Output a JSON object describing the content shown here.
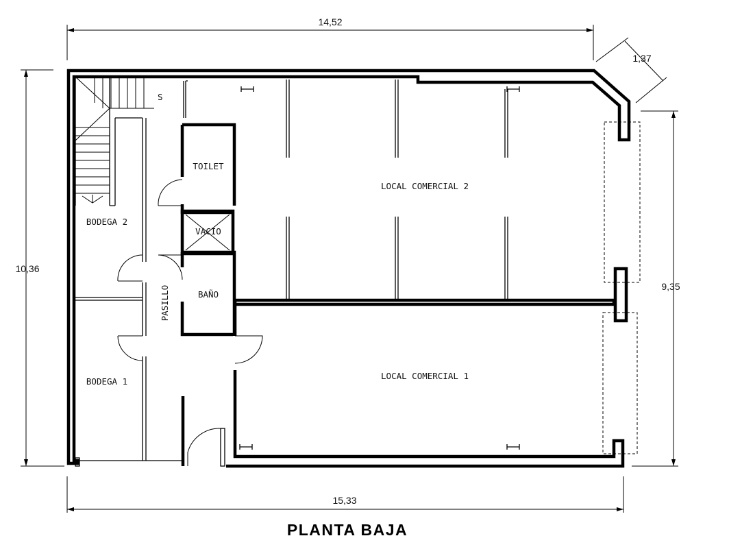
{
  "title": "PLANTA BAJA",
  "dimensions": {
    "top_width": "14,52",
    "bottom_width": "15,33",
    "left_height": "10,36",
    "right_height": "9,35",
    "corner_depth": "1,37"
  },
  "rooms": {
    "local_comercial_2": "LOCAL COMERCIAL 2",
    "local_comercial_1": "LOCAL COMERCIAL 1",
    "toilet": "TOILET",
    "vacio": "VACIO",
    "bano": "BAÑO",
    "pasillo": "PASILLO",
    "bodega_2": "BODEGA 2",
    "bodega_1": "BODEGA 1"
  },
  "stair_label": "S"
}
